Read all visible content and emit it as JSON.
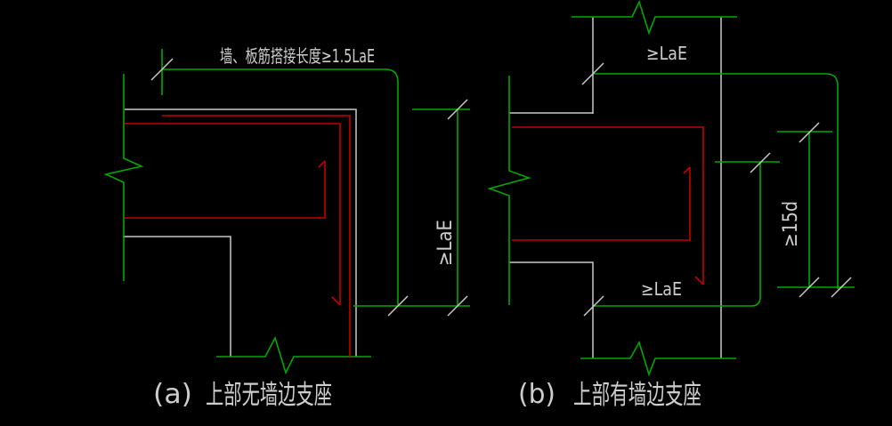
{
  "colors": {
    "background": "#000000",
    "green": "#00a800",
    "red": "#c40000",
    "white": "#c9c9c9",
    "textcol": "#cdcdcd"
  },
  "diagram_a": {
    "lap_label": "墙、板筋搭接长度≥1.5LaE",
    "dim_vertical": "≥LaE",
    "caption_prefix": "(a)",
    "caption": "上部无墙边支座"
  },
  "diagram_b": {
    "dim_top": "≥LaE",
    "dim_anchor": "≥LaE",
    "dim_hook": "≥15d",
    "caption_prefix": "(b)",
    "caption": "上部有墙边支座"
  }
}
